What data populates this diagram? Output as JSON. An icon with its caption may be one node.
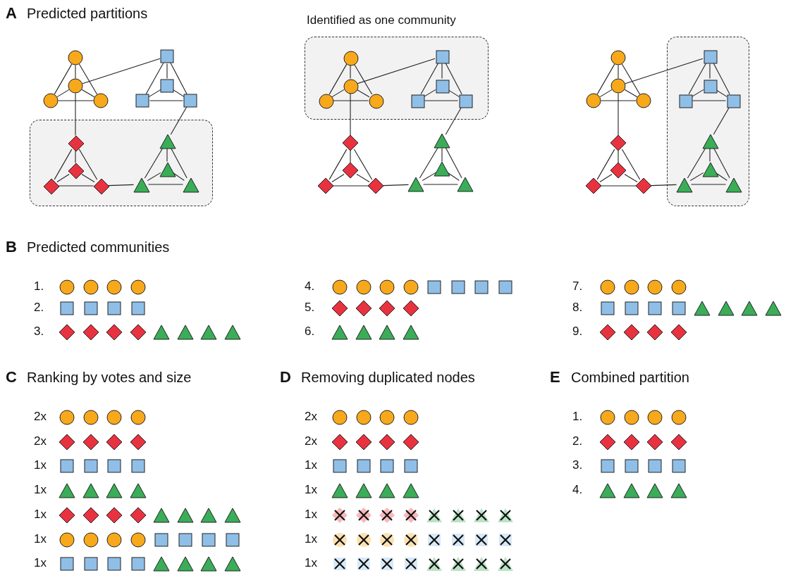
{
  "diagram": {
    "nodes": [
      {
        "text": [],
        "shape": "box"
      },
      {
        "text": [],
        "shape": "circle"
      },
      {
        "text": [],
        "shape": "circle"
      },
      {
        "text": [],
        "shape": "circle"
      },
      {
        "text": [],
        "shape": "circle"
      },
      {
        "text": [],
        "shape": "square"
      },
      {
        "text": [],
        "shape": "square"
      },
      {
        "text": [],
        "shape": "square"
      },
      {
        "text": [],
        "shape": "square"
      },
      {
        "text": [],
        "shape": "diamond",
        "in": 0
      },
      {
        "text": [],
        "shape": "diamond",
        "in": 0
      },
      {
        "text": [],
        "shape": "diamond",
        "in": 0
      },
      {
        "text": [],
        "shape": "diamond",
        "in": 0
      },
      {
        "text": [],
        "shape": "triangle",
        "in": 0
      },
      {
        "text": [],
        "shape": "triangle",
        "in": 0
      },
      {
        "text": [],
        "shape": "triangle",
        "in": 0
      },
      {
        "text": [],
        "shape": "triangle",
        "in": 0
      },
      {
        "text": [
          "Identified as one community"
        ]
      },
      {
        "text": [],
        "shape": "circle",
        "in": 17
      },
      {
        "text": [],
        "shape": "circle",
        "in": 17
      },
      {
        "text": [],
        "shape": "circle",
        "in": 17
      },
      {
        "text": [],
        "shape": "circle",
        "in": 17
      },
      {
        "text": [],
        "shape": "square",
        "in": 17
      },
      {
        "text": [],
        "shape": "square",
        "in": 17
      },
      {
        "text": [],
        "shape": "square",
        "in": 17
      },
      {
        "text": [],
        "shape": "square",
        "in": 17
      },
      {
        "text": [],
        "shape": "diamond"
      },
      {
        "text": [],
        "shape": "diamond"
      },
      {
        "text": [],
        "shape": "diamond"
      },
      {
        "text": [],
        "shape": "diamond"
      },
      {
        "text": [],
        "shape": "triangle"
      },
      {
        "text": [],
        "shape": "triangle"
      },
      {
        "text": [],
        "shape": "triangle"
      },
      {
        "text": [],
        "shape": "triangle"
      },
      {
        "text": [],
        "shape": "box"
      },
      {
        "text": [],
        "shape": "circle"
      },
      {
        "text": [],
        "shape": "circle"
      },
      {
        "text": [],
        "shape": "circle"
      },
      {
        "text": [],
        "shape": "circle"
      },
      {
        "text": [],
        "shape": "square",
        "in": 34
      },
      {
        "text": [],
        "shape": "square",
        "in": 34
      },
      {
        "text": [],
        "shape": "square",
        "in": 34
      },
      {
        "text": [],
        "shape": "square",
        "in": 34
      },
      {
        "text": [],
        "shape": "diamond"
      },
      {
        "text": [],
        "shape": "diamond"
      },
      {
        "text": [],
        "shape": "diamond"
      },
      {
        "text": [],
        "shape": "diamond"
      },
      {
        "text": [],
        "shape": "triangle",
        "in": 34
      },
      {
        "text": [],
        "shape": "triangle",
        "in": 34
      },
      {
        "text": [],
        "shape": "triangle",
        "in": 34
      },
      {
        "text": [],
        "shape": "triangle",
        "in": 34
      },
      {
        "text": [],
        "shape": "circle"
      },
      {
        "text": [],
        "shape": "circle"
      },
      {
        "text": [],
        "shape": "circle"
      },
      {
        "text": [],
        "shape": "circle"
      },
      {
        "text": [],
        "shape": "circle"
      },
      {
        "text": [],
        "shape": "circle"
      },
      {
        "text": [],
        "shape": "circle"
      },
      {
        "text": [],
        "shape": "circle"
      },
      {
        "text": [],
        "shape": "square"
      },
      {
        "text": [],
        "shape": "square"
      },
      {
        "text": [],
        "shape": "square"
      },
      {
        "text": [],
        "shape": "square"
      },
      {
        "text": [],
        "shape": "circle"
      },
      {
        "text": [],
        "shape": "circle"
      },
      {
        "text": [],
        "shape": "circle"
      },
      {
        "text": [],
        "shape": "circle"
      },
      {
        "text": [],
        "shape": "square"
      },
      {
        "text": [],
        "shape": "square"
      },
      {
        "text": [],
        "shape": "square"
      },
      {
        "text": [],
        "shape": "square"
      },
      {
        "text": [],
        "shape": "diamond"
      },
      {
        "text": [],
        "shape": "diamond"
      },
      {
        "text": [],
        "shape": "diamond"
      },
      {
        "text": [],
        "shape": "diamond"
      },
      {
        "text": [],
        "shape": "square"
      },
      {
        "text": [],
        "shape": "square"
      },
      {
        "text": [],
        "shape": "square"
      },
      {
        "text": [],
        "shape": "square"
      },
      {
        "text": [],
        "shape": "triangle"
      },
      {
        "text": [],
        "shape": "triangle"
      },
      {
        "text": [],
        "shape": "triangle"
      },
      {
        "text": [],
        "shape": "triangle"
      },
      {
        "text": [],
        "shape": "diamond"
      },
      {
        "text": [],
        "shape": "diamond"
      },
      {
        "text": [],
        "shape": "diamond"
      },
      {
        "text": [],
        "shape": "diamond"
      },
      {
        "text": [],
        "shape": "triangle"
      },
      {
        "text": [],
        "shape": "triangle"
      },
      {
        "text": [],
        "shape": "triangle"
      },
      {
        "text": [],
        "shape": "triangle"
      },
      {
        "text": [],
        "shape": "triangle"
      },
      {
        "text": [],
        "shape": "triangle"
      },
      {
        "text": [],
        "shape": "triangle"
      },
      {
        "text": [],
        "shape": "triangle"
      },
      {
        "text": [],
        "shape": "diamond"
      },
      {
        "text": [],
        "shape": "diamond"
      },
      {
        "text": [],
        "shape": "diamond"
      },
      {
        "text": [],
        "shape": "diamond"
      },
      {
        "text": [],
        "shape": "circle"
      },
      {
        "text": [],
        "shape": "circle"
      },
      {
        "text": [],
        "shape": "circle"
      },
      {
        "text": [],
        "shape": "circle"
      },
      {
        "text": [],
        "shape": "circle"
      },
      {
        "text": [],
        "shape": "circle"
      },
      {
        "text": [],
        "shape": "circle"
      },
      {
        "text": [],
        "shape": "circle"
      },
      {
        "text": [],
        "shape": "circle"
      },
      {
        "text": [],
        "shape": "circle"
      },
      {
        "text": [],
        "shape": "circle"
      },
      {
        "text": [],
        "shape": "circle"
      },
      {
        "text": [],
        "shape": "diamond"
      },
      {
        "text": [],
        "shape": "diamond"
      },
      {
        "text": [],
        "shape": "diamond"
      },
      {
        "text": [],
        "shape": "diamond"
      },
      {
        "text": [],
        "shape": "diamond"
      },
      {
        "text": [],
        "shape": "diamond"
      },
      {
        "text": [],
        "shape": "diamond"
      },
      {
        "text": [],
        "shape": "diamond"
      },
      {
        "text": [],
        "shape": "diamond"
      },
      {
        "text": [],
        "shape": "diamond"
      },
      {
        "text": [],
        "shape": "diamond"
      },
      {
        "text": [],
        "shape": "diamond"
      },
      {
        "text": [],
        "shape": "square"
      },
      {
        "text": [],
        "shape": "square"
      },
      {
        "text": [],
        "shape": "square"
      },
      {
        "text": [],
        "shape": "square"
      },
      {
        "text": [],
        "shape": "square"
      },
      {
        "text": [],
        "shape": "square"
      },
      {
        "text": [],
        "shape": "square"
      },
      {
        "text": [],
        "shape": "square"
      },
      {
        "text": [],
        "shape": "square"
      },
      {
        "text": [],
        "shape": "square"
      },
      {
        "text": [],
        "shape": "square"
      },
      {
        "text": [],
        "shape": "square"
      },
      {
        "text": [],
        "shape": "triangle"
      },
      {
        "text": [],
        "shape": "triangle"
      },
      {
        "text": [],
        "shape": "triangle"
      },
      {
        "text": [],
        "shape": "triangle"
      },
      {
        "text": [],
        "shape": "triangle"
      },
      {
        "text": [],
        "shape": "triangle"
      },
      {
        "text": [],
        "shape": "triangle"
      },
      {
        "text": [],
        "shape": "triangle"
      },
      {
        "text": [],
        "shape": "triangle"
      },
      {
        "text": [],
        "shape": "triangle"
      },
      {
        "text": [],
        "shape": "triangle"
      },
      {
        "text": [],
        "shape": "triangle"
      },
      {
        "text": [],
        "shape": "diamond"
      },
      {
        "text": [],
        "shape": "diamond"
      },
      {
        "text": [],
        "shape": "diamond"
      },
      {
        "text": [],
        "shape": "diamond"
      },
      {
        "text": [],
        "shape": "triangle"
      },
      {
        "text": [],
        "shape": "triangle"
      },
      {
        "text": [],
        "shape": "triangle"
      },
      {
        "text": [],
        "shape": "triangle"
      },
      {
        "text": [],
        "shape": "diamond"
      },
      {
        "text": [],
        "shape": "diamond"
      },
      {
        "text": [],
        "shape": "diamond"
      },
      {
        "text": [],
        "shape": "diamond"
      },
      {
        "text": [],
        "shape": "triangle"
      },
      {
        "text": [],
        "shape": "triangle"
      },
      {
        "text": [],
        "shape": "triangle"
      },
      {
        "text": [],
        "shape": "triangle"
      },
      {
        "text": [],
        "shape": "circle"
      },
      {
        "text": [],
        "shape": "circle"
      },
      {
        "text": [],
        "shape": "circle"
      },
      {
        "text": [],
        "shape": "circle"
      },
      {
        "text": [],
        "shape": "square"
      },
      {
        "text": [],
        "shape": "square"
      },
      {
        "text": [],
        "shape": "square"
      },
      {
        "text": [],
        "shape": "square"
      },
      {
        "text": [],
        "shape": "circle"
      },
      {
        "text": [],
        "shape": "circle"
      },
      {
        "text": [],
        "shape": "circle"
      },
      {
        "text": [],
        "shape": "circle"
      },
      {
        "text": [],
        "shape": "square"
      },
      {
        "text": [],
        "shape": "square"
      },
      {
        "text": [],
        "shape": "square"
      },
      {
        "text": [],
        "shape": "square"
      },
      {
        "text": [],
        "shape": "square"
      },
      {
        "text": [],
        "shape": "square"
      },
      {
        "text": [],
        "shape": "square"
      },
      {
        "text": [],
        "shape": "square"
      },
      {
        "text": [],
        "shape": "triangle"
      },
      {
        "text": [],
        "shape": "triangle"
      },
      {
        "text": [],
        "shape": "triangle"
      },
      {
        "text": [],
        "shape": "triangle"
      },
      {
        "text": [],
        "shape": "square"
      },
      {
        "text": [],
        "shape": "square"
      },
      {
        "text": [],
        "shape": "square"
      },
      {
        "text": [],
        "shape": "square"
      },
      {
        "text": [],
        "shape": "triangle"
      },
      {
        "text": [],
        "shape": "triangle"
      },
      {
        "text": [],
        "shape": "triangle"
      },
      {
        "text": [],
        "shape": "triangle"
      }
    ],
    "edges": [
      {
        "from": 1,
        "to": 2,
        "arrow": "none"
      },
      {
        "from": 1,
        "to": 3,
        "arrow": "none"
      },
      {
        "from": 1,
        "to": 4,
        "arrow": "none"
      },
      {
        "from": 2,
        "to": 3,
        "arrow": "none"
      },
      {
        "from": 2,
        "to": 4,
        "arrow": "none"
      },
      {
        "from": 3,
        "to": 4,
        "arrow": "none"
      },
      {
        "from": 5,
        "to": 6,
        "arrow": "none"
      },
      {
        "from": 5,
        "to": 7,
        "arrow": "none"
      },
      {
        "from": 5,
        "to": 8,
        "arrow": "none"
      },
      {
        "from": 6,
        "to": 7,
        "arrow": "none"
      },
      {
        "from": 6,
        "to": 8,
        "arrow": "none"
      },
      {
        "from": 7,
        "to": 8,
        "arrow": "none"
      },
      {
        "from": 9,
        "to": 10,
        "arrow": "none"
      },
      {
        "from": 9,
        "to": 11,
        "arrow": "none"
      },
      {
        "from": 9,
        "to": 12,
        "arrow": "none"
      },
      {
        "from": 10,
        "to": 11,
        "arrow": "none"
      },
      {
        "from": 10,
        "to": 12,
        "arrow": "none"
      },
      {
        "from": 11,
        "to": 12,
        "arrow": "none"
      },
      {
        "from": 13,
        "to": 14,
        "arrow": "none"
      },
      {
        "from": 13,
        "to": 15,
        "arrow": "none"
      },
      {
        "from": 13,
        "to": 16,
        "arrow": "none"
      },
      {
        "from": 14,
        "to": 15,
        "arrow": "none"
      },
      {
        "from": 14,
        "to": 16,
        "arrow": "none"
      },
      {
        "from": 15,
        "to": 16,
        "arrow": "none"
      },
      {
        "from": 2,
        "to": 5,
        "arrow": "none"
      },
      {
        "from": 2,
        "to": 9,
        "arrow": "none"
      },
      {
        "from": 8,
        "to": 13,
        "arrow": "none"
      },
      {
        "from": 12,
        "to": 15,
        "arrow": "none"
      },
      {
        "from": 18,
        "to": 19,
        "arrow": "none"
      },
      {
        "from": 18,
        "to": 20,
        "arrow": "none"
      },
      {
        "from": 18,
        "to": 21,
        "arrow": "none"
      },
      {
        "from": 19,
        "to": 20,
        "arrow": "none"
      },
      {
        "from": 19,
        "to": 21,
        "arrow": "none"
      },
      {
        "from": 20,
        "to": 21,
        "arrow": "none"
      },
      {
        "from": 22,
        "to": 23,
        "arrow": "none"
      },
      {
        "from": 22,
        "to": 24,
        "arrow": "none"
      },
      {
        "from": 22,
        "to": 25,
        "arrow": "none"
      },
      {
        "from": 23,
        "to": 24,
        "arrow": "none"
      },
      {
        "from": 23,
        "to": 25,
        "arrow": "none"
      },
      {
        "from": 24,
        "to": 25,
        "arrow": "none"
      },
      {
        "from": 26,
        "to": 27,
        "arrow": "none"
      },
      {
        "from": 26,
        "to": 28,
        "arrow": "none"
      },
      {
        "from": 26,
        "to": 29,
        "arrow": "none"
      },
      {
        "from": 27,
        "to": 28,
        "arrow": "none"
      },
      {
        "from": 27,
        "to": 29,
        "arrow": "none"
      },
      {
        "from": 28,
        "to": 29,
        "arrow": "none"
      },
      {
        "from": 30,
        "to": 31,
        "arrow": "none"
      },
      {
        "from": 30,
        "to": 32,
        "arrow": "none"
      },
      {
        "from": 30,
        "to": 33,
        "arrow": "none"
      },
      {
        "from": 31,
        "to": 32,
        "arrow": "none"
      },
      {
        "from": 31,
        "to": 33,
        "arrow": "none"
      },
      {
        "from": 32,
        "to": 33,
        "arrow": "none"
      },
      {
        "from": 19,
        "to": 22,
        "arrow": "none"
      },
      {
        "from": 19,
        "to": 26,
        "arrow": "none"
      },
      {
        "from": 25,
        "to": 30,
        "arrow": "none"
      },
      {
        "from": 29,
        "to": 32,
        "arrow": "none"
      },
      {
        "from": 35,
        "to": 36,
        "arrow": "none"
      },
      {
        "from": 35,
        "to": 37,
        "arrow": "none"
      },
      {
        "from": 35,
        "to": 38,
        "arrow": "none"
      },
      {
        "from": 36,
        "to": 37,
        "arrow": "none"
      },
      {
        "from": 36,
        "to": 38,
        "arrow": "none"
      },
      {
        "from": 37,
        "to": 38,
        "arrow": "none"
      },
      {
        "from": 39,
        "to": 40,
        "arrow": "none"
      },
      {
        "from": 39,
        "to": 41,
        "arrow": "none"
      },
      {
        "from": 39,
        "to": 42,
        "arrow": "none"
      },
      {
        "from": 40,
        "to": 41,
        "arrow": "none"
      },
      {
        "from": 40,
        "to": 42,
        "arrow": "none"
      },
      {
        "from": 41,
        "to": 42,
        "arrow": "none"
      },
      {
        "from": 43,
        "to": 44,
        "arrow": "none"
      },
      {
        "from": 43,
        "to": 45,
        "arrow": "none"
      },
      {
        "from": 43,
        "to": 46,
        "arrow": "none"
      },
      {
        "from": 44,
        "to": 45,
        "arrow": "none"
      },
      {
        "from": 44,
        "to": 46,
        "arrow": "none"
      },
      {
        "from": 45,
        "to": 46,
        "arrow": "none"
      },
      {
        "from": 47,
        "to": 48,
        "arrow": "none"
      },
      {
        "from": 47,
        "to": 49,
        "arrow": "none"
      },
      {
        "from": 47,
        "to": 50,
        "arrow": "none"
      },
      {
        "from": 48,
        "to": 49,
        "arrow": "none"
      },
      {
        "from": 48,
        "to": 50,
        "arrow": "none"
      },
      {
        "from": 49,
        "to": 50,
        "arrow": "none"
      },
      {
        "from": 36,
        "to": 39,
        "arrow": "none"
      },
      {
        "from": 36,
        "to": 43,
        "arrow": "none"
      },
      {
        "from": 42,
        "to": 47,
        "arrow": "none"
      },
      {
        "from": 46,
        "to": 49,
        "arrow": "none"
      }
    ],
    "labels": [
      "A",
      "Predicted partitions",
      "B",
      "Predicted communities",
      "1.",
      "4.",
      "7.",
      "2.",
      "5.",
      "8.",
      "3.",
      "6.",
      "9.",
      "C",
      "Ranking by votes and size",
      "D",
      "Removing duplicated nodes",
      "E",
      "Combined partition",
      "2x",
      "2x",
      "1.",
      "2x",
      "2x",
      "2.",
      "1x",
      "1x",
      "3.",
      "1x",
      "1x",
      "4.",
      "1x",
      "1x",
      "1x",
      "1x",
      "1x",
      "1x"
    ]
  }
}
